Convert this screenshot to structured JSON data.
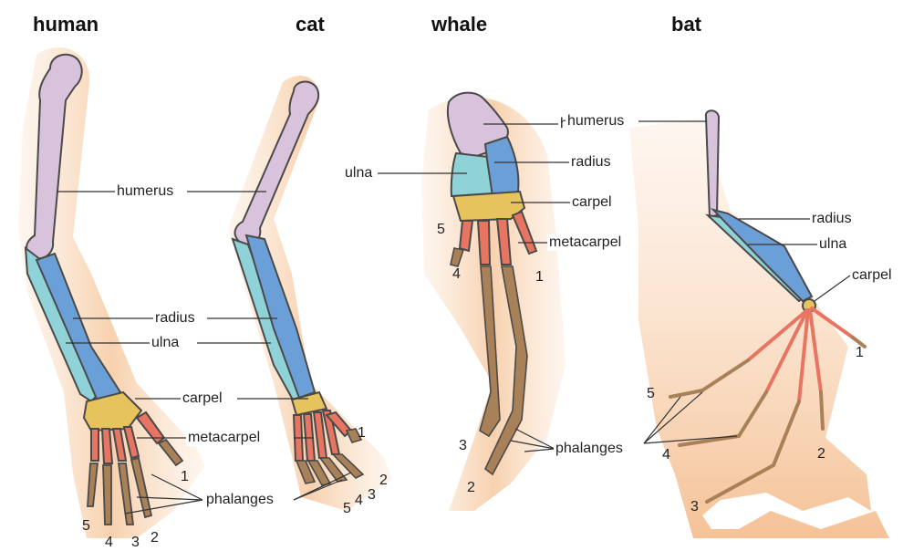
{
  "titles": {
    "human": "human",
    "cat": "cat",
    "whale": "whale",
    "bat": "bat"
  },
  "labels": {
    "humerus": "humerus",
    "radius": "radius",
    "ulna": "ulna",
    "carpel": "carpel",
    "metacarpel": "metacarpel",
    "phalanges": "phalanges"
  },
  "digits": {
    "d1": "1",
    "d2": "2",
    "d3": "3",
    "d4": "4",
    "d5": "5"
  },
  "colors": {
    "humerus": "#d9c2dc",
    "radius": "#6b9fd8",
    "ulna": "#8fd3d8",
    "carpel": "#e6c35c",
    "metacarpel": "#e87462",
    "phalanges": "#a88158",
    "outline": "#4a4a4a",
    "skin": "#f6c9a0"
  }
}
